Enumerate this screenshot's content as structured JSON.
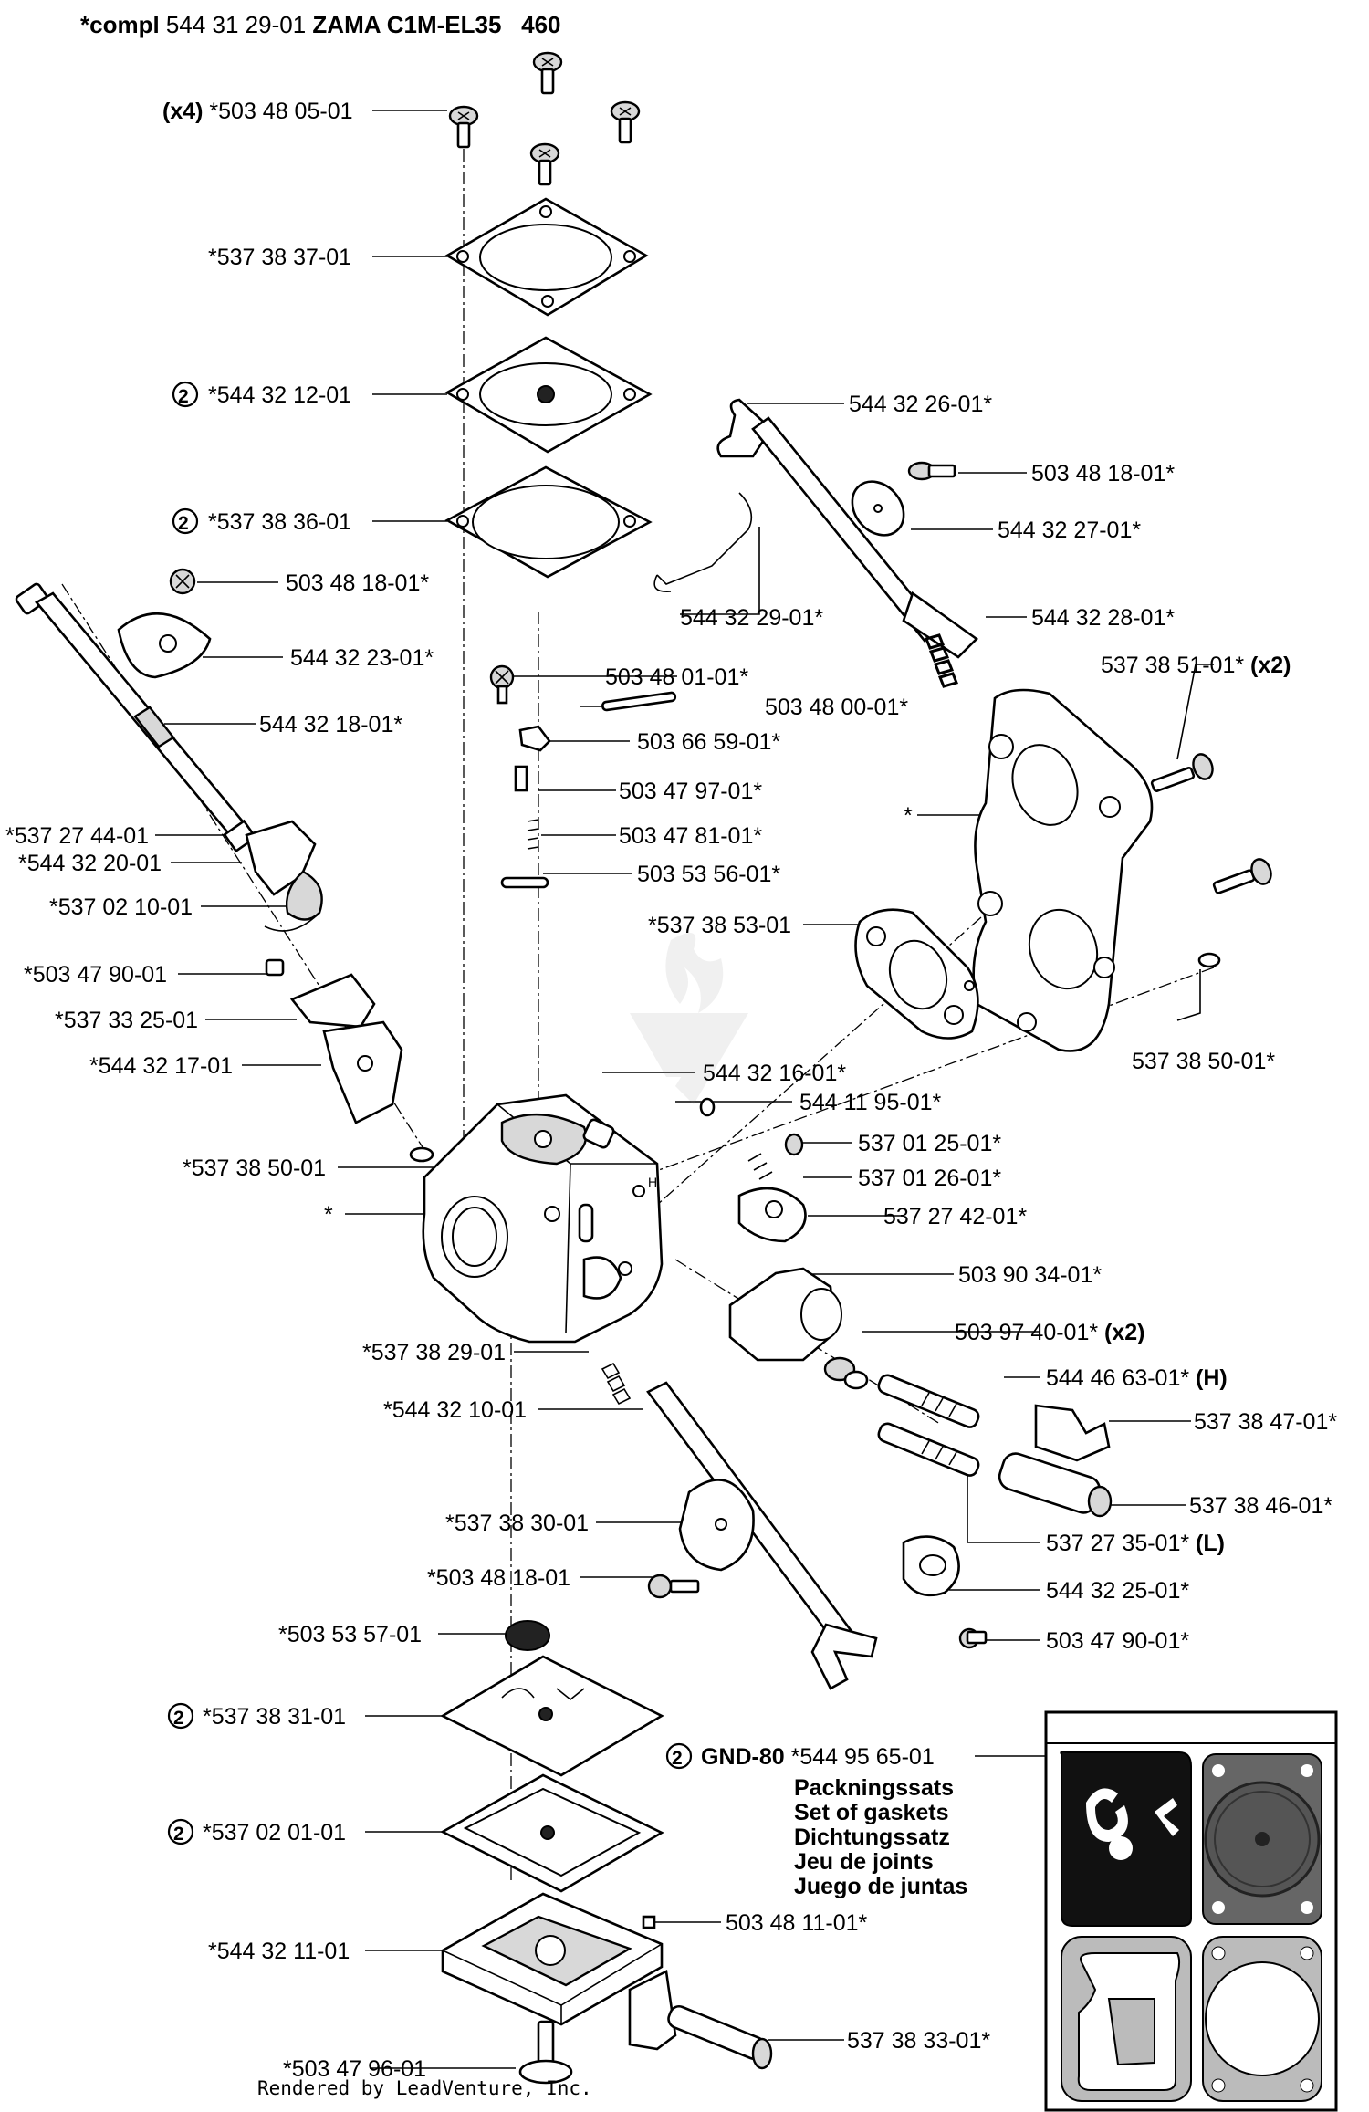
{
  "header": {
    "prefix": "*compl",
    "number": "544 31 29-01",
    "model": "ZAMA C1M-EL35",
    "variant": "460"
  },
  "footer": {
    "text": "Rendered by LeadVenture, Inc."
  },
  "callouts": [
    {
      "id": "c1",
      "qty": "(x4)",
      "ref": "",
      "label": "*503 48 05-01",
      "suffix": ""
    },
    {
      "id": "c2",
      "qty": "",
      "ref": "",
      "label": "*537 38 37-01",
      "suffix": ""
    },
    {
      "id": "c3",
      "qty": "",
      "ref": "2",
      "label": "*544 32 12-01",
      "suffix": ""
    },
    {
      "id": "c4",
      "qty": "",
      "ref": "2",
      "label": "*537 38 36-01",
      "suffix": ""
    },
    {
      "id": "c5",
      "qty": "",
      "ref": "",
      "label": "503 48 18-01*",
      "suffix": ""
    },
    {
      "id": "c6",
      "qty": "",
      "ref": "",
      "label": "544 32 23-01*",
      "suffix": ""
    },
    {
      "id": "c7",
      "qty": "",
      "ref": "",
      "label": "544 32 18-01*",
      "suffix": ""
    },
    {
      "id": "c8",
      "qty": "",
      "ref": "",
      "label": "*537 27 44-01",
      "suffix": ""
    },
    {
      "id": "c9",
      "qty": "",
      "ref": "",
      "label": "*544 32 20-01",
      "suffix": ""
    },
    {
      "id": "c10",
      "qty": "",
      "ref": "",
      "label": "*537 02 10-01",
      "suffix": ""
    },
    {
      "id": "c11",
      "qty": "",
      "ref": "",
      "label": "*503 47 90-01",
      "suffix": ""
    },
    {
      "id": "c12",
      "qty": "",
      "ref": "",
      "label": "*537 33 25-01",
      "suffix": ""
    },
    {
      "id": "c13",
      "qty": "",
      "ref": "",
      "label": "*544 32 17-01",
      "suffix": ""
    },
    {
      "id": "c14",
      "qty": "",
      "ref": "",
      "label": "*537 38 50-01",
      "suffix": ""
    },
    {
      "id": "c15",
      "qty": "",
      "ref": "",
      "label": "*",
      "suffix": ""
    },
    {
      "id": "c16",
      "qty": "",
      "ref": "",
      "label": "*537 38 29-01",
      "suffix": ""
    },
    {
      "id": "c17",
      "qty": "",
      "ref": "",
      "label": "*544 32 10-01",
      "suffix": ""
    },
    {
      "id": "c18",
      "qty": "",
      "ref": "",
      "label": "*537 38 30-01",
      "suffix": ""
    },
    {
      "id": "c19",
      "qty": "",
      "ref": "",
      "label": "*503 48 18-01",
      "suffix": ""
    },
    {
      "id": "c20",
      "qty": "",
      "ref": "",
      "label": "*503 53 57-01",
      "suffix": ""
    },
    {
      "id": "c21",
      "qty": "",
      "ref": "2",
      "label": "*537 38 31-01",
      "suffix": ""
    },
    {
      "id": "c22",
      "qty": "",
      "ref": "2",
      "label": "*537 02 01-01",
      "suffix": ""
    },
    {
      "id": "c23",
      "qty": "",
      "ref": "",
      "label": "*544 32 11-01",
      "suffix": ""
    },
    {
      "id": "c24",
      "qty": "",
      "ref": "",
      "label": "*503 47 96-01",
      "suffix": ""
    },
    {
      "id": "c25",
      "qty": "",
      "ref": "",
      "label": "544 32 26-01*",
      "suffix": ""
    },
    {
      "id": "c26",
      "qty": "",
      "ref": "",
      "label": "503 48 18-01*",
      "suffix": ""
    },
    {
      "id": "c27",
      "qty": "",
      "ref": "",
      "label": "544 32 27-01*",
      "suffix": ""
    },
    {
      "id": "c28",
      "qty": "",
      "ref": "",
      "label": "544 32 29-01*",
      "suffix": ""
    },
    {
      "id": "c29",
      "qty": "",
      "ref": "",
      "label": "544 32 28-01*",
      "suffix": ""
    },
    {
      "id": "c30",
      "qty": "",
      "ref": "",
      "label": "537 38 51-01*",
      "suffix": "(x2)"
    },
    {
      "id": "c31",
      "qty": "",
      "ref": "",
      "label": "*",
      "suffix": ""
    },
    {
      "id": "c32",
      "qty": "",
      "ref": "",
      "label": "503 48 01-01*",
      "suffix": ""
    },
    {
      "id": "c33",
      "qty": "",
      "ref": "",
      "label": "503 48 00-01*",
      "suffix": ""
    },
    {
      "id": "c34",
      "qty": "",
      "ref": "",
      "label": "503 66 59-01*",
      "suffix": ""
    },
    {
      "id": "c35",
      "qty": "",
      "ref": "",
      "label": "503 47 97-01*",
      "suffix": ""
    },
    {
      "id": "c36",
      "qty": "",
      "ref": "",
      "label": "503 47 81-01*",
      "suffix": ""
    },
    {
      "id": "c37",
      "qty": "",
      "ref": "",
      "label": "503 53 56-01*",
      "suffix": ""
    },
    {
      "id": "c38",
      "qty": "",
      "ref": "",
      "label": "*537 38 53-01",
      "suffix": ""
    },
    {
      "id": "c39",
      "qty": "",
      "ref": "",
      "label": "537 38 50-01*",
      "suffix": ""
    },
    {
      "id": "c40",
      "qty": "",
      "ref": "",
      "label": "544 32 16-01*",
      "suffix": ""
    },
    {
      "id": "c41",
      "qty": "",
      "ref": "",
      "label": "544 11 95-01*",
      "suffix": ""
    },
    {
      "id": "c42",
      "qty": "",
      "ref": "",
      "label": "537 01 25-01*",
      "suffix": ""
    },
    {
      "id": "c43",
      "qty": "",
      "ref": "",
      "label": "537 01 26-01*",
      "suffix": ""
    },
    {
      "id": "c44",
      "qty": "",
      "ref": "",
      "label": "537 27 42-01*",
      "suffix": ""
    },
    {
      "id": "c45",
      "qty": "",
      "ref": "",
      "label": "503 90 34-01*",
      "suffix": ""
    },
    {
      "id": "c46",
      "qty": "",
      "ref": "",
      "label": "503 97 40-01*",
      "suffix": "(x2)"
    },
    {
      "id": "c47",
      "qty": "",
      "ref": "",
      "label": "544 46 63-01*",
      "suffix": "(H)"
    },
    {
      "id": "c48",
      "qty": "",
      "ref": "",
      "label": "537 38 47-01*",
      "suffix": ""
    },
    {
      "id": "c49",
      "qty": "",
      "ref": "",
      "label": "537 38 46-01*",
      "suffix": ""
    },
    {
      "id": "c50",
      "qty": "",
      "ref": "",
      "label": "537 27 35-01*",
      "suffix": "(L)"
    },
    {
      "id": "c51",
      "qty": "",
      "ref": "",
      "label": "544 32 25-01*",
      "suffix": ""
    },
    {
      "id": "c52",
      "qty": "",
      "ref": "",
      "label": "503 47 90-01*",
      "suffix": ""
    },
    {
      "id": "c53",
      "qty": "",
      "ref": "",
      "label": "503 48 11-01*",
      "suffix": ""
    },
    {
      "id": "c54",
      "qty": "",
      "ref": "",
      "label": "537 38 33-01*",
      "suffix": ""
    }
  ],
  "kit": {
    "ref": "2",
    "code": "GND-80",
    "number": "*544 95 65-01",
    "names": [
      "Packningssats",
      "Set of gaskets",
      "Dichtungssatz",
      "Jeu de joints",
      "Juego de juntas"
    ]
  }
}
